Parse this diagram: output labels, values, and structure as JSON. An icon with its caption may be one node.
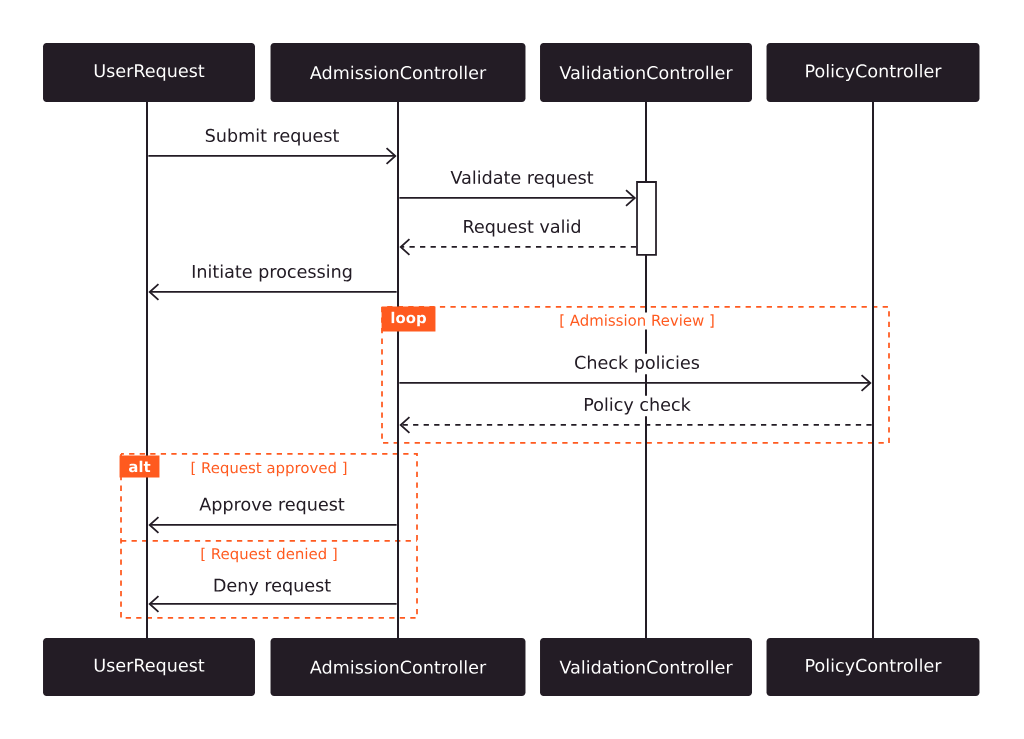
{
  "diagram": {
    "nodes": [
      {
        "text": [
          "UserRequest"
        ]
      },
      {
        "text": [
          "AdmissionController"
        ]
      },
      {
        "text": [
          "ValidationController"
        ]
      },
      {
        "text": [
          "PolicyController"
        ]
      },
      {
        "text": [],
        "shape": "line"
      },
      {
        "text": [],
        "shape": "line"
      },
      {
        "text": [],
        "shape": "line"
      },
      {
        "text": [],
        "shape": "line"
      },
      {
        "text": [],
        "shape": "bar"
      },
      {
        "text": [
          "UserRequest"
        ]
      },
      {
        "text": [
          "AdmissionController"
        ]
      },
      {
        "text": [
          "ValidationController"
        ]
      },
      {
        "text": [
          "PolicyController"
        ]
      }
    ],
    "edges": [
      {
        "from": 4,
        "to": 5,
        "arrow": "to",
        "label": "Submit request"
      },
      {
        "from": 5,
        "to": 8,
        "arrow": "to",
        "label": "Validate request"
      },
      {
        "from": 8,
        "to": 5,
        "arrow": "to",
        "label": "Request valid",
        "style": "dashed"
      },
      {
        "from": 5,
        "to": 4,
        "arrow": "to",
        "label": "Initiate processing"
      },
      {
        "from": 5,
        "to": 7,
        "arrow": "to",
        "label": "Check policies"
      },
      {
        "from": 7,
        "to": 5,
        "arrow": "to",
        "label": "Policy check",
        "style": "dashed"
      },
      {
        "from": 5,
        "to": 4,
        "arrow": "to",
        "label": "Approve request"
      },
      {
        "from": 5,
        "to": 4,
        "arrow": "to",
        "label": "Deny request"
      }
    ],
    "labels": [
      "loop",
      "[ Admission Review ]",
      "alt",
      "[ Request approved ]",
      "[ Request denied ]"
    ]
  }
}
